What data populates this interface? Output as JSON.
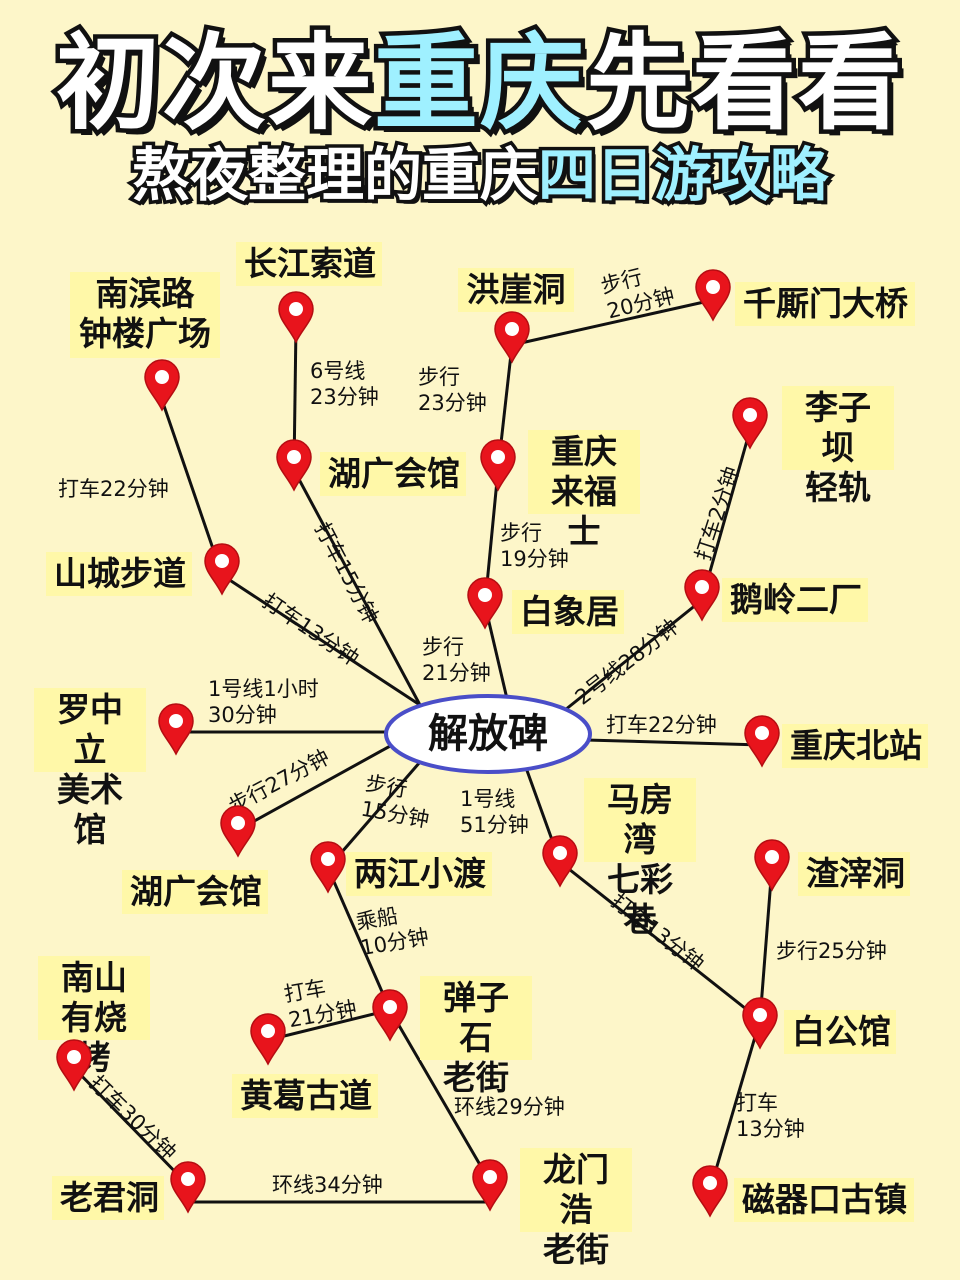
{
  "title": {
    "part1": "初次来",
    "highlight": "重庆",
    "part2": "先看看"
  },
  "subtitle": {
    "part1": "熬夜整理的重庆",
    "highlight": "四日游攻略"
  },
  "hub": "解放碑",
  "places": {
    "nanbin": "南滨路\n钟楼广场",
    "suodao": "长江索道",
    "hongya": "洪崖洞",
    "qiansi": "千厮门大桥",
    "liziba": "李子坝\n轻轨",
    "huguang_top": "湖广会馆",
    "laifushi": "重庆\n来福士",
    "shancheng": "山城步道",
    "baixiang": "白象居",
    "eling": "鹅岭二厂",
    "luozhongli": "罗中立\n美术馆",
    "beizhan": "重庆北站",
    "mafang": "马房湾\n七彩巷",
    "huguang_bottom": "湖广会馆",
    "liangjiang": "两江小渡",
    "zhazi": "渣滓洞",
    "nanshan": "南山\n有烧烤",
    "danzi": "弹子石\n老街",
    "baigong": "白公馆",
    "huangge": "黄葛古道",
    "laojun": "老君洞",
    "longmen": "龙门浩\n老街",
    "ciqikou": "磁器口古镇"
  },
  "routes": {
    "r_nanbin": "打车22分钟",
    "r_suodao": "6号线\n23分钟",
    "r_hongya": "步行\n23分钟",
    "r_qiansi": "步行\n20分钟",
    "r_huguang_top": "打车15分钟",
    "r_laifushi": "步行\n19分钟",
    "r_baixiang": "步行\n21分钟",
    "r_shancheng": "打车13分钟",
    "r_liziba": "打车2分钟",
    "r_eling": "2号线28分钟",
    "r_luozhongli": "1号线1小时\n30分钟",
    "r_beizhan": "打车22分钟",
    "r_huguang_bottom": "步行27分钟",
    "r_liangjiang": "步行\n15分钟",
    "r_mafang": "1号线\n51分钟",
    "r_danzi": "乘船\n10分钟",
    "r_baigong": "打车13分钟",
    "r_zhazi": "步行25分钟",
    "r_huangge": "打车\n21分钟",
    "r_longmen": "环线29分钟",
    "r_ciqikou": "打车\n13分钟",
    "r_laojun": "打车30分钟",
    "r_laojun_longmen": "环线34分钟"
  },
  "colors": {
    "background": "#fdf6c9",
    "label_bg": "#fff8a8",
    "pin": "#e8141c",
    "line": "#111111",
    "hub_border": "#4a4ec8",
    "highlight": "#9ff0ff"
  }
}
